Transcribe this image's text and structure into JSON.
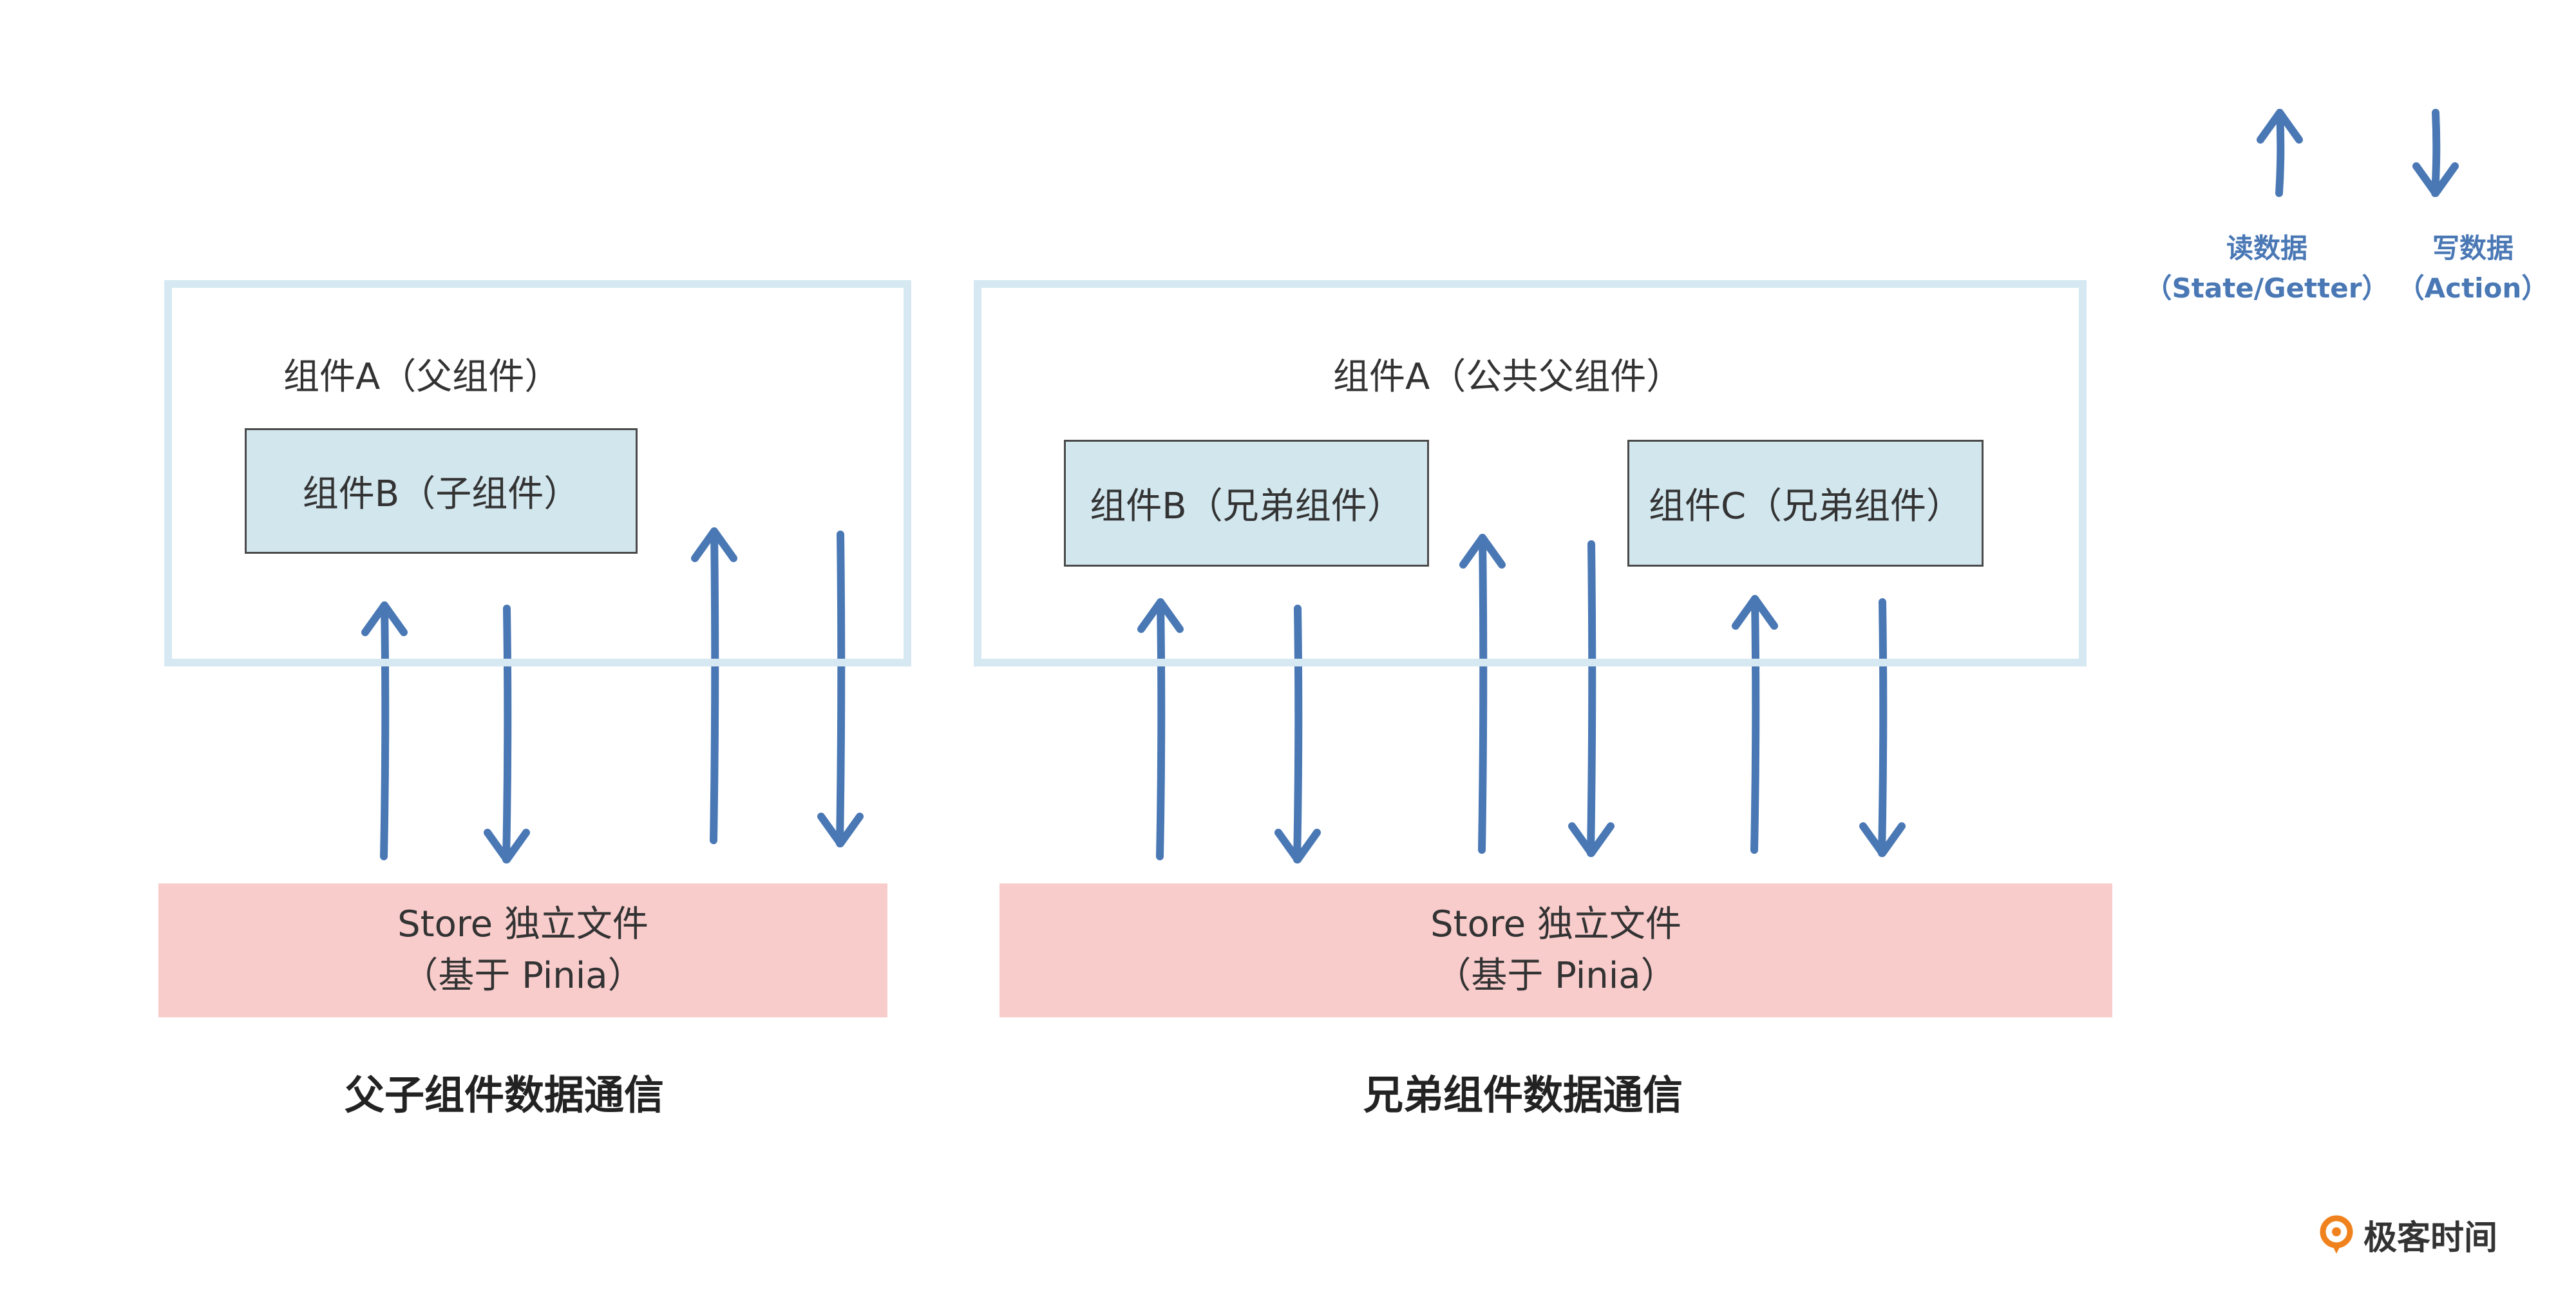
{
  "colors": {
    "read_arrow": "#4a78b5",
    "write_arrow": "#4a78b5",
    "outer_border": "#d6e9f2",
    "component_fill": "#d2e6ee",
    "store_fill": "#f9cccc"
  },
  "legend": {
    "read": {
      "line1": "读数据",
      "line2": "（State/Getter）"
    },
    "write": {
      "line1": "写数据",
      "line2": "（Action）"
    }
  },
  "left": {
    "outer_label": "组件A（父组件）",
    "child_label": "组件B（子组件）",
    "store_line1": "Store 独立文件",
    "store_line2": "（基于 Pinia）",
    "caption": "父子组件数据通信"
  },
  "right": {
    "outer_label": "组件A（公共父组件）",
    "child_b_label": "组件B（兄弟组件）",
    "child_c_label": "组件C（兄弟组件）",
    "store_line1": "Store 独立文件",
    "store_line2": "（基于 Pinia）",
    "caption": "兄弟组件数据通信"
  },
  "logo": {
    "text": "极客时间",
    "icon": "geektime-logo-icon"
  }
}
